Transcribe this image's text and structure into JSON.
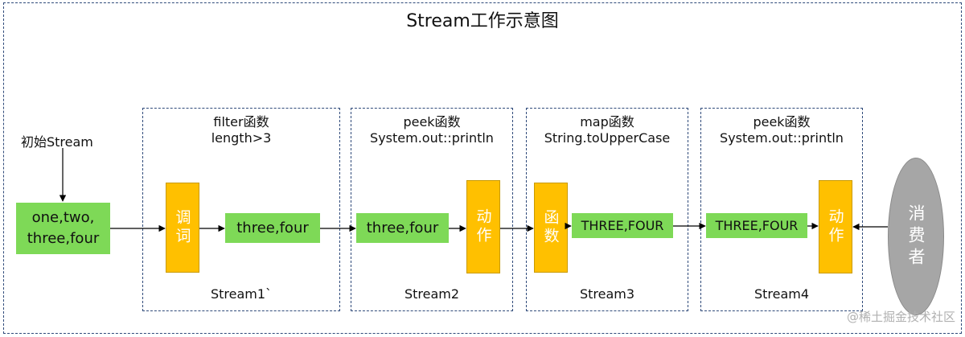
{
  "title": "Stream工作示意图",
  "initial": {
    "label": "初始Stream",
    "elements_line1": "one,two,",
    "elements_line2": "three,four"
  },
  "stages": [
    {
      "op": "filter函数",
      "arg": "length>3",
      "name": "Stream1`"
    },
    {
      "op": "peek函数",
      "arg": "System.out::println",
      "name": "Stream2"
    },
    {
      "op": "map函数",
      "arg": "String.toUpperCase",
      "name": "Stream3"
    },
    {
      "op": "peek函数",
      "arg": "System.out::println",
      "name": "Stream4"
    }
  ],
  "blocks": {
    "predicate": "调词",
    "action": "动作",
    "function": "函数"
  },
  "data_boxes": {
    "filtered": "three,four",
    "peeked": "three,four",
    "mapped": "THREE,FOUR",
    "peeked_upper": "THREE,FOUR"
  },
  "consumer": "消费者",
  "watermark": "@稀土掘金技术社区",
  "colors": {
    "data_box": "#7ed957",
    "operation_block": "#ffc000",
    "consumer": "#a6a6a6",
    "frame": "#2f4a7a"
  }
}
